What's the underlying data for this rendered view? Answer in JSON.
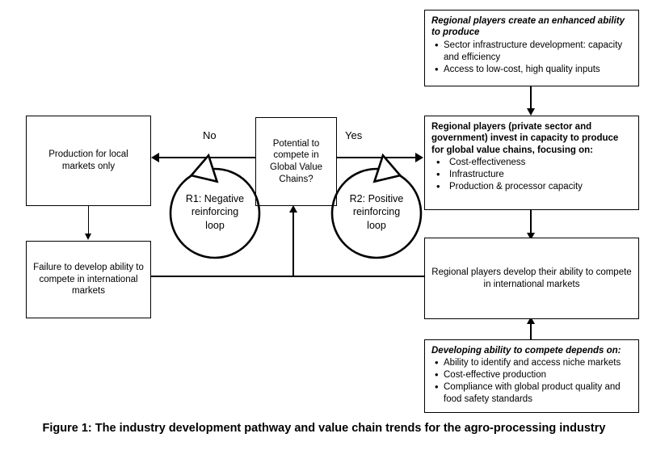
{
  "figure": {
    "caption": "Figure 1: The industry development pathway and value chain trends for the agro-processing industry"
  },
  "boxes": {
    "enhanced_ability": {
      "header": "Regional players create an enhanced ability to produce",
      "bullets": [
        "Sector infrastructure development: capacity and efficiency",
        "Access to low-cost, high quality inputs"
      ]
    },
    "invest_capacity": {
      "header": "Regional players (private sector and government) invest in capacity to produce for global value chains, focusing on:",
      "bullets": [
        "Cost-effectiveness",
        "Infrastructure",
        "Production & processor capacity"
      ]
    },
    "develop_ability": {
      "text": "Regional players develop their ability to compete in international markets"
    },
    "depends_on": {
      "header": "Developing ability to compete depends on:",
      "bullets": [
        "Ability to identify and access niche markets",
        "Cost-effective production",
        "Compliance with global product quality and food safety standards"
      ]
    },
    "local_markets": {
      "text": "Production for local markets only"
    },
    "failure": {
      "text": "Failure to develop ability to compete in international markets"
    },
    "decision": {
      "text": "Potential to compete in Global Value Chains?"
    }
  },
  "edge_labels": {
    "no": "No",
    "yes": "Yes"
  },
  "loops": {
    "r1": {
      "line1": "R1: Negative",
      "line2": "reinforcing",
      "line3": "loop"
    },
    "r2": {
      "line1": "R2: Positive",
      "line2": "reinforcing",
      "line3": "loop"
    }
  },
  "colors": {
    "stroke": "#000000",
    "background": "#ffffff"
  }
}
